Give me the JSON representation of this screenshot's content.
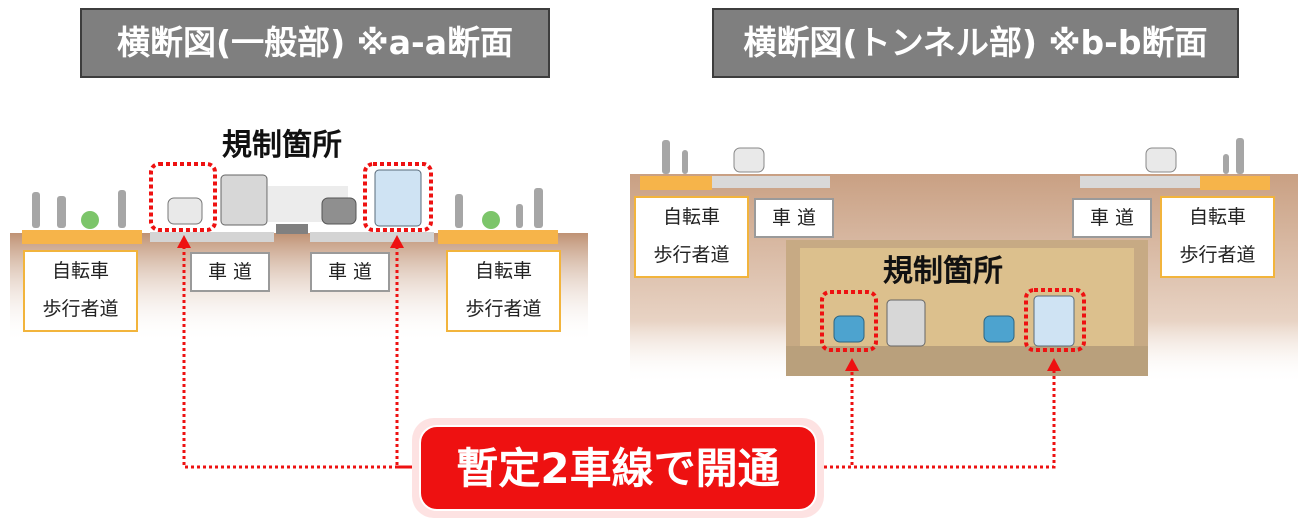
{
  "titles": {
    "left": "横断図(一般部) ※a-a断面",
    "right": "横断図(トンネル部) ※b-b断面"
  },
  "regulation_label": "規制箇所",
  "labels": {
    "bike_ped_line1": "自転車",
    "bike_ped_line2": "歩行者道",
    "roadway": "車 道"
  },
  "callout": "暫定2車線で開通",
  "colors": {
    "title_bg": "#7f7f7f",
    "sidewalk": "#f6b44a",
    "soil": "#c9a083",
    "highlight": "#ee1111",
    "tunnel": "#d9bf8f"
  }
}
